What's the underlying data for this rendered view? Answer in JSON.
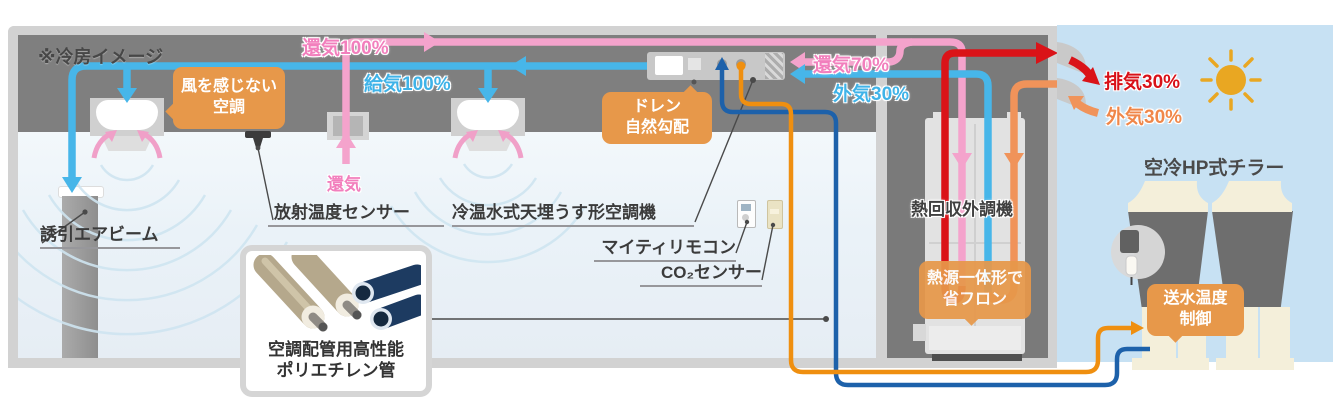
{
  "ceiling_note": "※冷房イメージ",
  "flow": {
    "return100": "還気100%",
    "supply100": "給気100%",
    "return_grille": "還気",
    "return70": "還気70%",
    "outdoor30_duct": "外気30%",
    "exhaust30": "排気30%",
    "outdoor30_louver": "外気30%"
  },
  "callouts": {
    "draftless": [
      "風を感じない",
      "空調"
    ],
    "drain": [
      "ドレン",
      "自然勾配"
    ],
    "heat_source": [
      "熱源一体形で",
      "省フロン"
    ],
    "water_temp": [
      "送水温度",
      "制御"
    ]
  },
  "equipment": {
    "air_beam": "誘引エアビーム",
    "radiant_sensor": "放射温度センサー",
    "ceiling_ac": "冷温水式天埋うす形空調機",
    "remote": "マイティリモコン",
    "co2_sensor": "CO₂センサー",
    "heat_recovery": "熱回収外調機",
    "chiller": "空冷HP式チラー"
  },
  "pipe_card": {
    "line1": "空調配管用高性能",
    "line2": "ポリエチレン管"
  },
  "colors": {
    "supply_air_blue": "#47b6e9",
    "return_air_pink": "#f4a3cc",
    "exhaust_red": "#da1318",
    "outdoor_air_orange": "#f0935a",
    "chilled_water_blue": "#1d61aa",
    "warm_water_orange": "#ef8f10",
    "callout_orange": "#e7984a",
    "ceiling_gray": "#7f7f7f",
    "structure_gray": "#d2d2d2",
    "sky_blue": "#c7e1f3"
  }
}
